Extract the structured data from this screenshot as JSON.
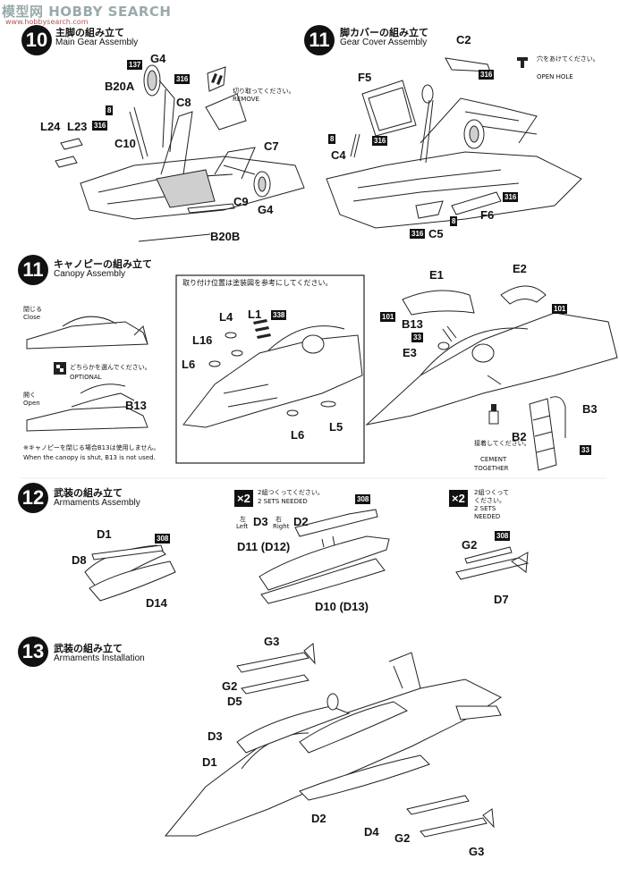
{
  "watermark": {
    "brand": "模型网 HOBBY SEARCH",
    "sub": "www.hobbysearch.com"
  },
  "step10": {
    "number": "10",
    "jp": "主脚の組み立て",
    "en": "Main Gear Assembly",
    "remove_jp": "切り取ってください。",
    "remove_en": "REMOVE",
    "parts": {
      "g4a": "G4",
      "b20a": "B20A",
      "c8": "C8",
      "l24": "L24",
      "l23": "L23",
      "c10": "C10",
      "c7": "C7",
      "c9": "C9",
      "g4b": "G4",
      "b20b": "B20B"
    },
    "badges": {
      "b137": "137",
      "b316a": "316",
      "b8": "8",
      "b316b": "316"
    }
  },
  "step11a": {
    "number": "11",
    "jp": "脚カバーの組み立て",
    "en": "Gear Cover Assembly",
    "hole_jp": "穴をあけてください。",
    "hole_en": "OPEN HOLE",
    "parts": {
      "c2": "C2",
      "f5": "F5",
      "c4": "C4",
      "f6": "F6",
      "c5": "C5"
    },
    "badges": {
      "b316a": "316",
      "b8a": "8",
      "b316b": "316",
      "b316c": "316",
      "b8b": "8",
      "b316d": "316"
    }
  },
  "step11b": {
    "number": "11",
    "jp": "キャノピーの組み立て",
    "en": "Canopy Assembly",
    "closed_jp": "閉じる",
    "closed_en": "Close",
    "optional_jp": "どちらかを選んでください。",
    "optional_en": "OPTIONAL",
    "open_jp": "開く",
    "open_en": "Open",
    "note_jp": "※キャノピーを閉じる場合B13は使用しません。",
    "note_en": "When the canopy is shut, B13 is not used.",
    "b13_left": "B13",
    "ref_note": "取り付け位置は塗装図を参考にしてください。",
    "inset": {
      "l4": "L4",
      "l1": "L1",
      "b338": "338",
      "l16": "L16",
      "l6a": "L6",
      "l6b": "L6",
      "l5": "L5"
    },
    "parts": {
      "e1": "E1",
      "e2": "E2",
      "b101a": "101",
      "b101b": "101",
      "b13": "B13",
      "b33a": "33",
      "e3": "E3",
      "b3": "B3",
      "b2": "B2",
      "b33b": "33"
    },
    "cement_jp": "接着してください。",
    "cement_en1": "CEMENT",
    "cement_en2": "TOGETHER"
  },
  "step12": {
    "number": "12",
    "jp": "武装の組み立て",
    "en": "Armaments Assembly",
    "x2": "×2",
    "sets_jp": "2組つくってください。",
    "sets_en1": "2 SETS NEEDED",
    "x2b": "×2",
    "sets_jp_b": "2組つくって",
    "sets_jp_b2": "ください。",
    "sets_en_b1": "2 SETS",
    "sets_en_b2": "NEEDED",
    "left_jp": "左",
    "left_en": "Left",
    "right_jp": "右",
    "right_en": "Right",
    "parts": {
      "d1": "D1",
      "b308a": "308",
      "d8": "D8",
      "d14": "D14",
      "d3": "D3",
      "d2": "D2",
      "b308b": "308",
      "d11": "D11 (D12)",
      "d10": "D10 (D13)",
      "g2": "G2",
      "b308c": "308",
      "d7": "D7"
    }
  },
  "step13": {
    "number": "13",
    "jp": "武装の組み立て",
    "en": "Armaments Installation",
    "parts": {
      "g3a": "G3",
      "g2a": "G2",
      "d5": "D5",
      "d3": "D3",
      "d1": "D1",
      "d2": "D2",
      "d4": "D4",
      "g2b": "G2",
      "g3b": "G3"
    }
  }
}
